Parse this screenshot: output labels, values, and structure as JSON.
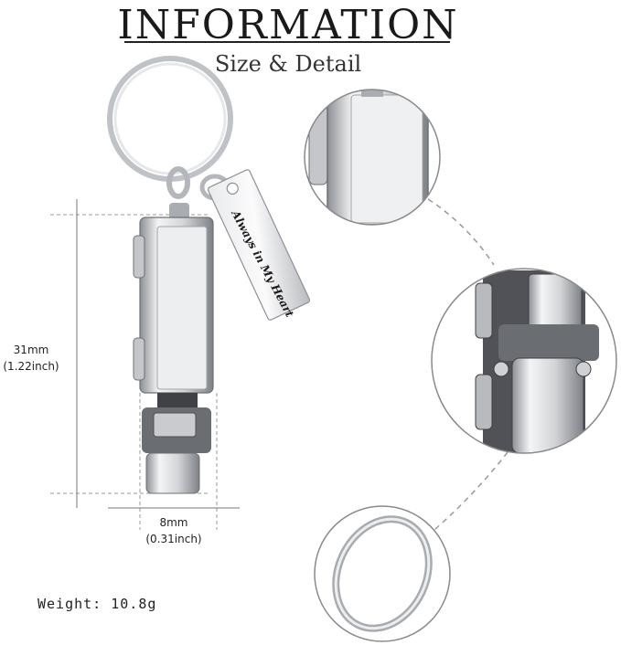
{
  "header": {
    "title": "INFORMATION",
    "subtitle": "Size & Detail"
  },
  "dimensions": {
    "height_mm": "31mm",
    "height_inch": "(1.22inch)",
    "width_mm": "8mm",
    "width_inch": "(0.31inch)"
  },
  "tag": {
    "engraving": "Always in My Heart"
  },
  "specs": {
    "weight": "Weight: 10.8g"
  },
  "colors": {
    "steel": "#c9cbce",
    "steel_dark": "#5a5c60",
    "guide_line": "#9a9a9a"
  }
}
